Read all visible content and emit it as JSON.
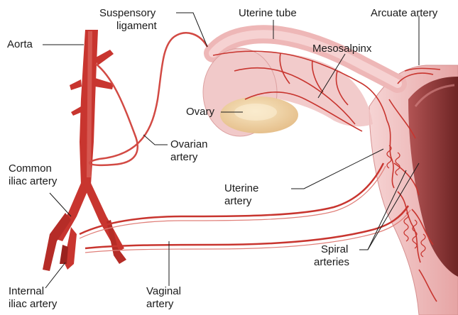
{
  "labels": {
    "aorta": "Aorta",
    "suspensory_ligament_1": "Suspensory",
    "suspensory_ligament_2": "ligament",
    "uterine_tube": "Uterine tube",
    "arcuate_artery": "Arcuate artery",
    "mesosalpinx": "Mesosalpinx",
    "ovary": "Ovary",
    "ovarian_artery_1": "Ovarian",
    "ovarian_artery_2": "artery",
    "common_iliac_1": "Common",
    "common_iliac_2": "iliac artery",
    "uterine_artery_1": "Uterine",
    "uterine_artery_2": "artery",
    "spiral_arteries_1": "Spiral",
    "spiral_arteries_2": "arteries",
    "internal_iliac_1": "Internal",
    "internal_iliac_2": "iliac artery",
    "vaginal_artery_1": "Vaginal",
    "vaginal_artery_2": "artery"
  },
  "colors": {
    "artery": "#c8352f",
    "artery_dark": "#8e1c1a",
    "artery_light": "#e0908c",
    "tissue": "#f2c6c6",
    "tissue_dark": "#e3a2a2",
    "ovary": "#f0d5a8",
    "leader": "#1a1a1a"
  }
}
